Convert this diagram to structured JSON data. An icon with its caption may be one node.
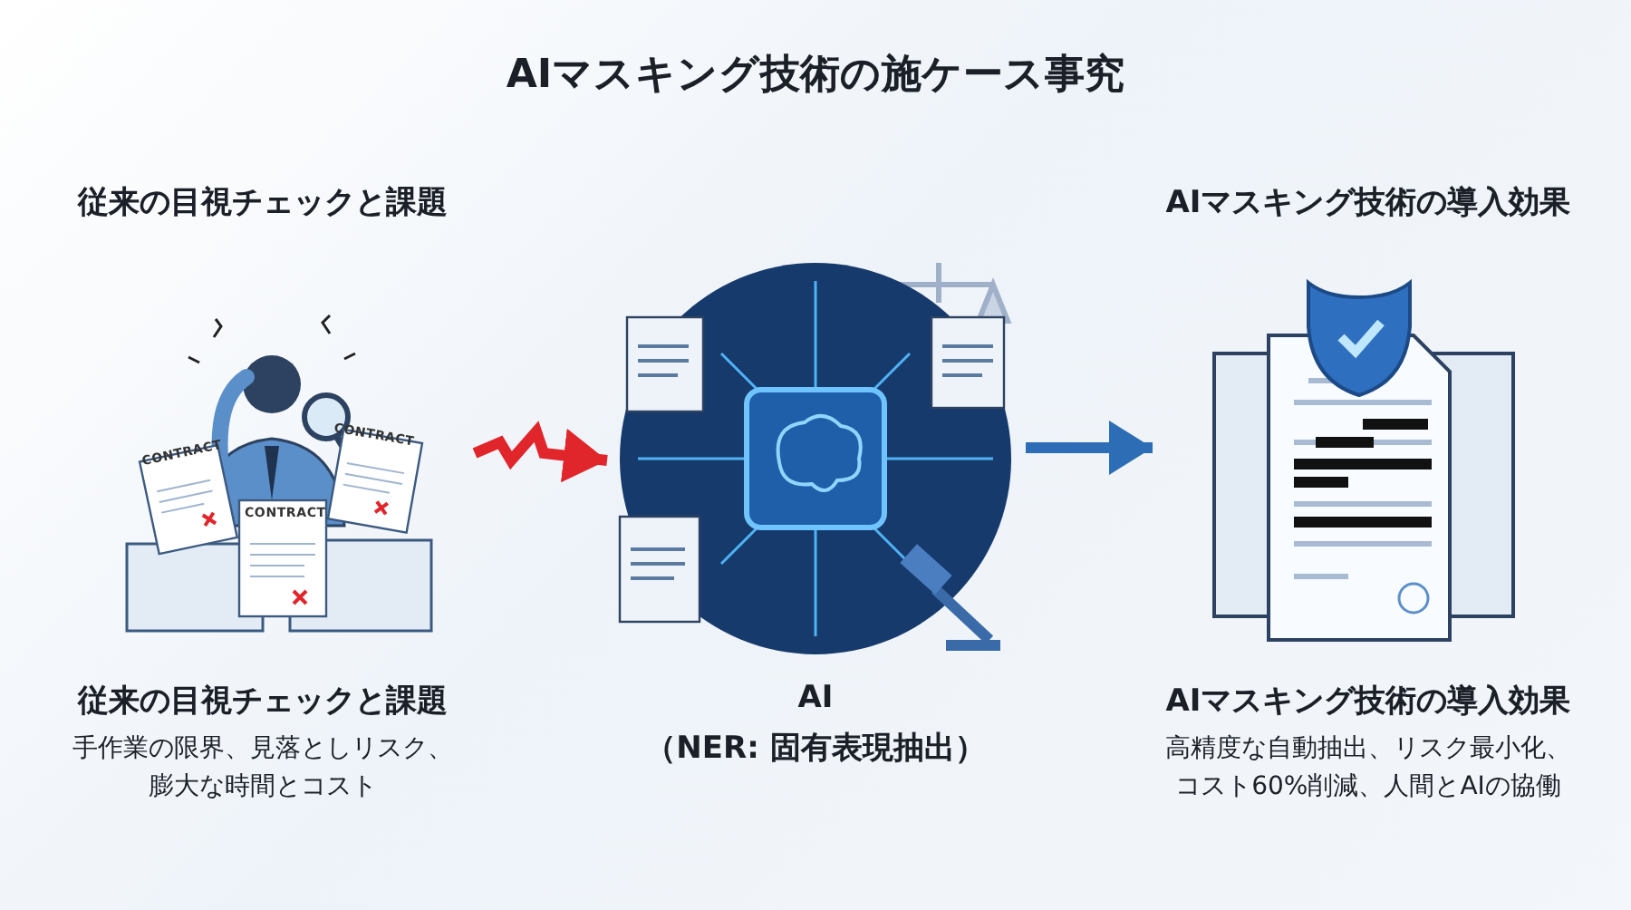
{
  "diagram": {
    "title": "AIマスキング技術の施ケース事究",
    "nodes": [
      {
        "text": [],
        "shape": "picture",
        "beside": [
          "従来の目視チェックと課題",
          "従来の目視チェックと課題",
          "手作業の限界、見落としリスク、膨大な時間とコスト"
        ]
      },
      {
        "text": [],
        "shape": "picture",
        "beside": [
          "AI",
          "（NER: 固有表現抽出）"
        ]
      },
      {
        "text": [],
        "shape": "picture",
        "beside": [
          "AIマスキング技術の導入効果",
          "AIマスキング技術の導入効果",
          "高精度な自動抽出、リスク最小化、コスト60%削減、人間とAIの協働"
        ]
      }
    ],
    "edges": [
      {
        "from": 0,
        "to": 1,
        "arrow": "to",
        "color": "#e0252b"
      },
      {
        "from": 1,
        "to": 2,
        "arrow": "to",
        "color": "#2d6db5"
      }
    ],
    "labels": [
      "CONTRACT",
      "CONTRACT",
      "CONTRACT"
    ]
  }
}
